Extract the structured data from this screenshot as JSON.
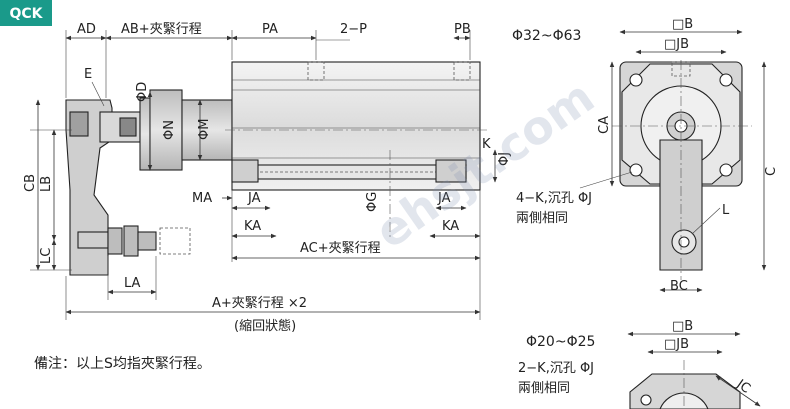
{
  "tag": "QCK",
  "colors": {
    "tag_bg": "#1a9a8a",
    "body_fill": "#e8e8e8",
    "body_dark": "#bdbdbd",
    "arm_fill": "#cfcfcf",
    "line": "#222222",
    "watermark": "#7f8fb0"
  },
  "side_view": {
    "labels": {
      "AD": "AD",
      "AB": "AB+夾緊行程",
      "PA": "PA",
      "P2": "2−P",
      "PB": "PB",
      "E": "E",
      "D": "ΦD",
      "N": "ΦN",
      "M": "ΦM",
      "K": "K",
      "J": "ΦJ",
      "CB": "CB",
      "LB": "LB",
      "LC": "LC",
      "MA": "MA",
      "JA1": "JA",
      "KA1": "KA",
      "G": "ΦG",
      "JA2": "JA",
      "KA2": "KA",
      "AC": "AC+夾緊行程",
      "LA": "LA",
      "A": "A+夾緊行程 ×2",
      "A_note": "(縮回狀態)"
    }
  },
  "end_view_large": {
    "range": "Φ32~Φ63",
    "labels": {
      "B": "□B",
      "JB": "□JB",
      "CA": "CA",
      "C": "C",
      "L": "L",
      "BC": "BC",
      "holes": "4−K,沉孔 ΦJ",
      "holes_note": "兩側相同"
    }
  },
  "end_view_small": {
    "range": "Φ20~Φ25",
    "labels": {
      "B": "□B",
      "JB": "□JB",
      "holes": "2−K,沉孔 ΦJ",
      "holes_note": "兩側相同",
      "JC": "JC"
    }
  },
  "remark": "備注：以上S均指夾緊行程。",
  "watermark": "ehsjt.com"
}
